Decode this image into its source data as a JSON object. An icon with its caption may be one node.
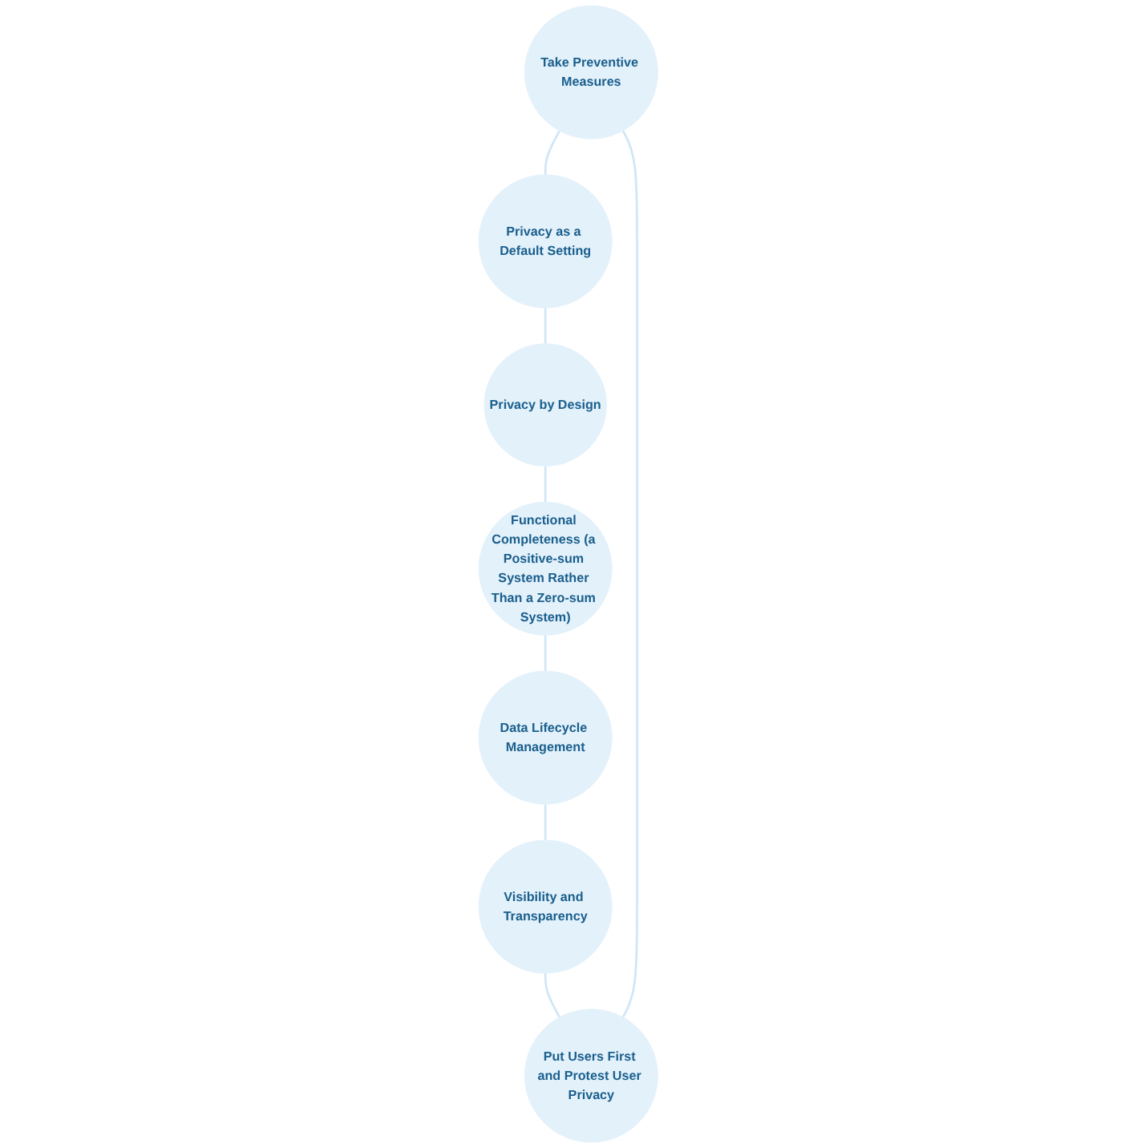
{
  "diagram": {
    "nodes": [
      {
        "text": [
          "Take Preventive Measures"
        ]
      },
      {
        "text": [
          "Privacy as a Default Setting"
        ]
      },
      {
        "text": [
          "Privacy by Design"
        ]
      },
      {
        "text": [
          "Functional Completeness (a Positive-sum System Rather Than a Zero-sum System)"
        ]
      },
      {
        "text": [
          "Data Lifecycle Management"
        ]
      },
      {
        "text": [
          "Visibility and Transparency"
        ]
      },
      {
        "text": [
          "Put Users First and Protest User Privacy"
        ]
      }
    ],
    "edges": [
      {
        "from": 0,
        "to": 1,
        "arrow": "none"
      },
      {
        "from": 1,
        "to": 2,
        "arrow": "none"
      },
      {
        "from": 2,
        "to": 3,
        "arrow": "none"
      },
      {
        "from": 3,
        "to": 4,
        "arrow": "none"
      },
      {
        "from": 4,
        "to": 5,
        "arrow": "none"
      },
      {
        "from": 5,
        "to": 6,
        "arrow": "none"
      },
      {
        "from": 6,
        "to": 0,
        "arrow": "none"
      }
    ]
  }
}
